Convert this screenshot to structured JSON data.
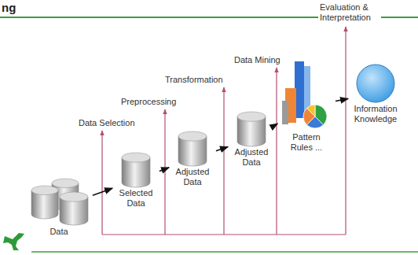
{
  "diagram": {
    "title": "ng",
    "nodes": [
      {
        "text": [
          "Data"
        ]
      },
      {
        "text": [
          "Selected Data"
        ]
      },
      {
        "text": [
          "Adjusted Data"
        ]
      },
      {
        "text": [
          "Adjusted Data"
        ]
      },
      {
        "text": [
          "Pattern Rules ..."
        ]
      },
      {
        "text": [
          "Information Knowledge"
        ]
      }
    ],
    "edges": [
      {
        "from": 0,
        "to": 1,
        "label": "Data Selection",
        "arrow": "to"
      },
      {
        "from": 1,
        "to": 2,
        "label": "Preprocessing",
        "arrow": "to"
      },
      {
        "from": 2,
        "to": 3,
        "label": "Transformation",
        "arrow": "to"
      },
      {
        "from": 3,
        "to": 4,
        "label": "Data Mining",
        "arrow": "to"
      },
      {
        "from": 4,
        "to": 5,
        "label": "Evaluation & Interpretation",
        "arrow": "to"
      }
    ]
  }
}
